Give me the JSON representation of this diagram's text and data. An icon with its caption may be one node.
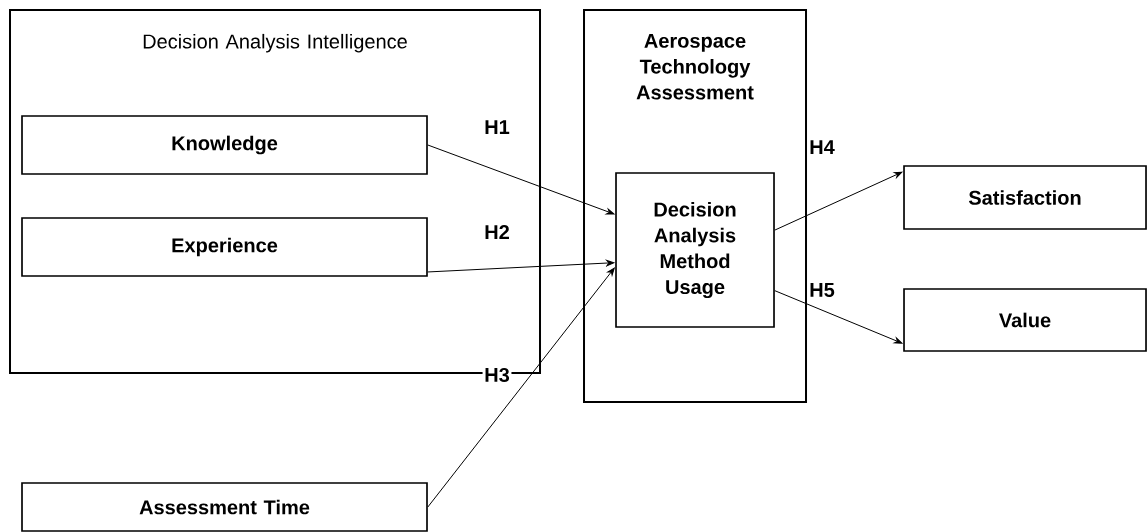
{
  "diagram": {
    "nodes": [
      {
        "text": [
          "Decision Analysis Intelligence"
        ]
      },
      {
        "text": [
          "Knowledge"
        ],
        "in": 0
      },
      {
        "text": [
          "Experience"
        ],
        "in": 0
      },
      {
        "text": [
          "Aerospace Technology Assessment"
        ]
      },
      {
        "text": [
          "Decision Analysis Method Usage"
        ],
        "in": 3
      },
      {
        "text": [
          "Satisfaction"
        ]
      },
      {
        "text": [
          "Value"
        ]
      },
      {
        "text": [
          "Assessment Time"
        ]
      }
    ],
    "edges": [
      {
        "from": 1,
        "to": 4,
        "arrow": "to",
        "label": "H1"
      },
      {
        "from": 2,
        "to": 4,
        "arrow": "to",
        "label": "H2"
      },
      {
        "from": 7,
        "to": 4,
        "arrow": "to",
        "label": "H3"
      },
      {
        "from": 4,
        "to": 5,
        "arrow": "to",
        "label": "H4"
      },
      {
        "from": 4,
        "to": 6,
        "arrow": "to",
        "label": "H5"
      }
    ]
  }
}
